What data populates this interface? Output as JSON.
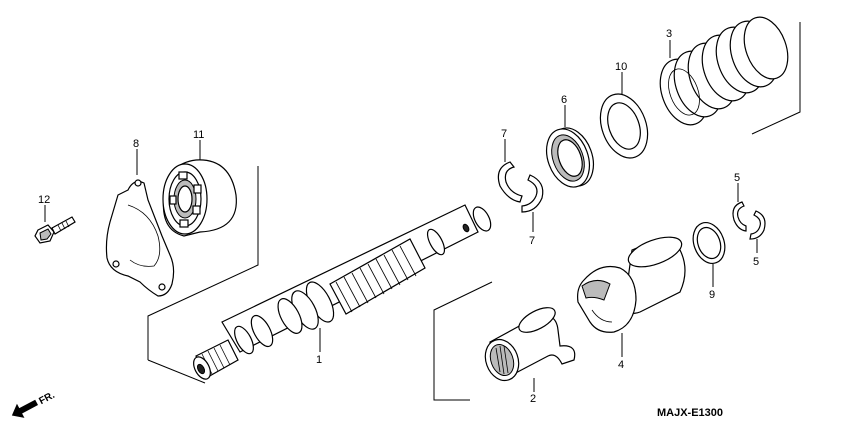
{
  "diagram": {
    "callouts": [
      "1",
      "2",
      "3",
      "4",
      "5",
      "5",
      "6",
      "7",
      "7",
      "8",
      "9",
      "10",
      "11",
      "12"
    ],
    "drawing_code": "MAJX-E1300",
    "direction_label": "FR."
  }
}
